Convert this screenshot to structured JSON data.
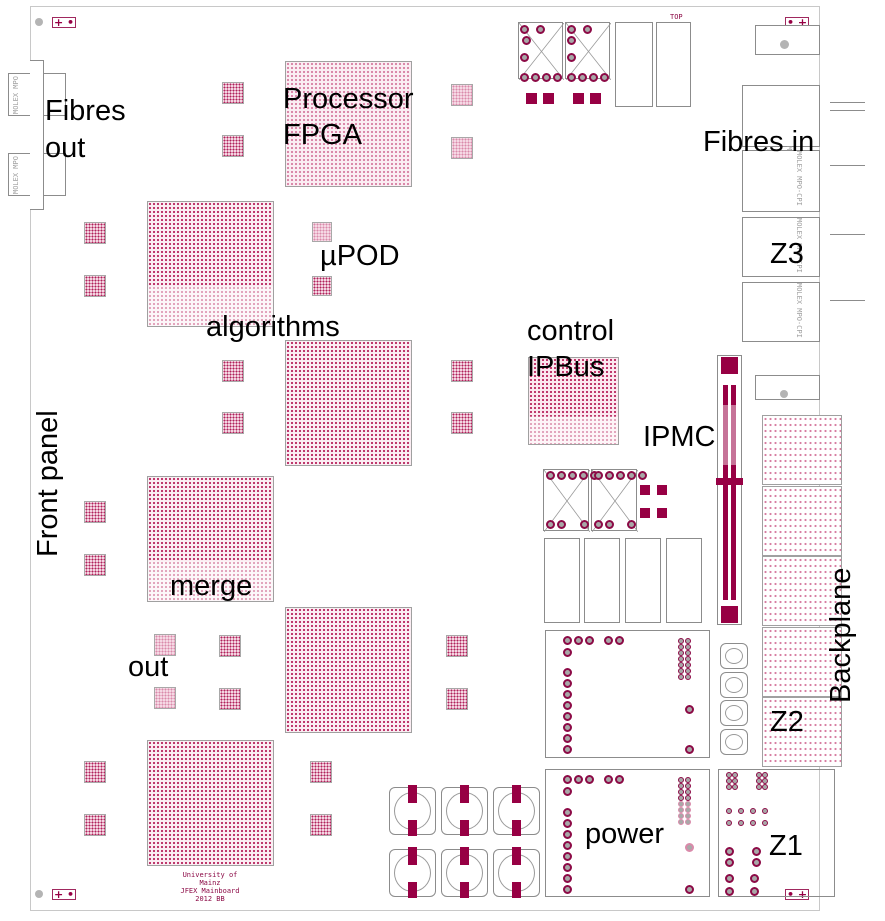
{
  "diagram": {
    "title": "JFEX Mainboard layout",
    "labels": {
      "fibres_out_1": "Fibres",
      "fibres_out_2": "out",
      "processor_1": "Processor",
      "processor_2": "FPGA",
      "fibres_in": "Fibres in",
      "upod": "µPOD",
      "algorithms": "algorithms",
      "control": "control",
      "ipbus": "IPBus",
      "ipmc": "IPMC",
      "front_panel": "Front panel",
      "merge": "merge",
      "out": "out",
      "backplane": "Backplane",
      "z3": "Z3",
      "z2": "Z2",
      "z1": "Z1",
      "power": "power"
    },
    "silkscreen": {
      "line1": "University of Mainz",
      "line2": "JFEX Mainboard",
      "line3": "2012 BB",
      "top_marker": "TOP"
    },
    "connector_text": {
      "molex_mpo": "MOLEX MPO",
      "molex_mpo_cpi": "MOLEX MPO-CPI"
    },
    "fiducial_symbols": {
      "plus": "+",
      "dot": "•"
    },
    "colors": {
      "pad": "#970044",
      "bga": "#b8245e",
      "outline": "#8c8c8c"
    }
  }
}
